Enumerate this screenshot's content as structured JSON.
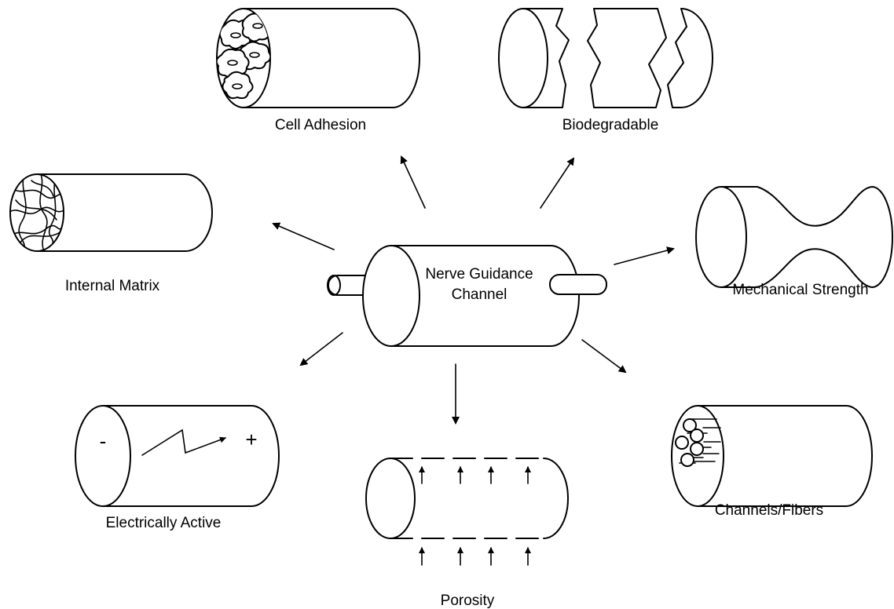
{
  "diagram": {
    "center": {
      "line1": "Nerve Guidance",
      "line2": "Channel"
    },
    "labels": {
      "cell_adhesion": "Cell Adhesion",
      "biodegradable": "Biodegradable",
      "internal_matrix": "Internal Matrix",
      "mechanical_strength": "Mechanical Strength",
      "electrically_active": "Electrically Active",
      "porosity": "Porosity",
      "channels_fibers": "Channels/Fibers"
    },
    "electrical": {
      "minus": "-",
      "plus": "+"
    },
    "colors": {
      "stroke": "#000000",
      "background": "#ffffff"
    }
  }
}
